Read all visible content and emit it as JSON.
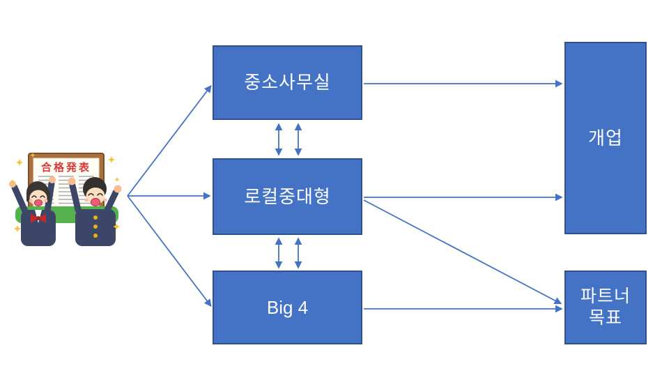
{
  "diagram": {
    "title": "career-path-diagram",
    "nodes": {
      "small_medium_office": "중소사무실",
      "local_mid_large": "로컬중대형",
      "big4": "Big 4",
      "open_practice": "개업",
      "partner_goal": "파트너\n목표"
    },
    "clipart": {
      "description": "two students celebrating in front of exam pass announcement board",
      "board_title": "合格発表"
    },
    "colors": {
      "node_fill": "#4472C4",
      "node_border": "#2F528F",
      "arrow": "#4472C4",
      "board_frame": "#A9713F",
      "board_title_red": "#D6393A",
      "stand_green": "#55B14E",
      "uniform_navy": "#3C4666",
      "sparkle_yellow": "#F5C33B"
    }
  }
}
